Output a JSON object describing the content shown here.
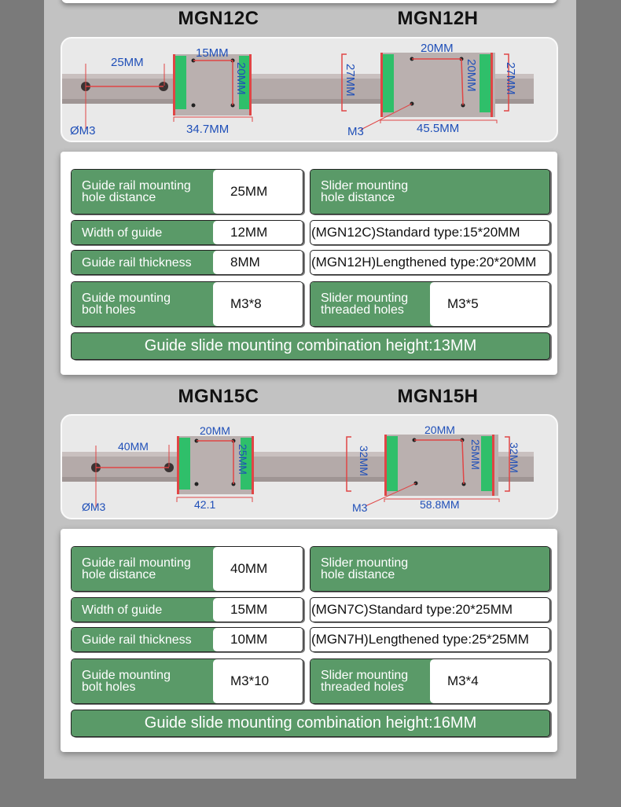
{
  "colors": {
    "label_green": "#5a9a68",
    "dimension_blue": "#1f4fb8",
    "marker_red": "#e04545",
    "seal_green": "#2fbf6a",
    "page_bg": "#c2c2c2",
    "outer_bg": "#7a7a7a"
  },
  "sections": [
    {
      "models": {
        "left": "MGN12C",
        "right": "MGN12H"
      },
      "diagram": {
        "left": {
          "hole_distance": "25MM",
          "hole_dia": "ØM3",
          "slider_hole_w": "15MM",
          "slider_hole_h": "20MM",
          "slider_length": "34.7MM"
        },
        "right": {
          "slider_hole_w": "20MM",
          "slider_hole_h": "20MM",
          "width_left": "27MM",
          "width_right": "27MM",
          "thread": "M3",
          "slider_length": "45.5MM"
        }
      },
      "specs": {
        "rail_hole_distance": {
          "label1": "Guide rail mounting",
          "label2": "hole distance",
          "value": "25MM"
        },
        "slider_hole_distance": {
          "label1": "Slider mounting",
          "label2": "hole distance"
        },
        "width_of_guide": {
          "label": "Width of guide",
          "value": "12MM"
        },
        "rail_thickness": {
          "label": "Guide rail thickness",
          "value": "8MM"
        },
        "standard_type": "(MGN12C)Standard type:15*20MM",
        "lengthened_type": "(MGN12H)Lengthened type:20*20MM",
        "bolt_holes": {
          "label1": "Guide mounting",
          "label2": "bolt holes",
          "value": "M3*8"
        },
        "threaded_holes": {
          "label1": "Slider mounting",
          "label2": "threaded holes",
          "value": "M3*5"
        },
        "combination_height": "Guide slide mounting combination height:13MM"
      }
    },
    {
      "models": {
        "left": "MGN15C",
        "right": "MGN15H"
      },
      "diagram": {
        "left": {
          "hole_distance": "40MM",
          "hole_dia": "ØM3",
          "slider_hole_w": "20MM",
          "slider_hole_h": "25MM",
          "slider_length": "42.1"
        },
        "right": {
          "slider_hole_w": "20MM",
          "slider_hole_h": "25MM",
          "width_left": "32MM",
          "width_right": "32MM",
          "thread": "M3",
          "slider_length": "58.8MM"
        }
      },
      "specs": {
        "rail_hole_distance": {
          "label1": "Guide rail mounting",
          "label2": "hole distance",
          "value": "40MM"
        },
        "slider_hole_distance": {
          "label1": "Slider mounting",
          "label2": "hole distance"
        },
        "width_of_guide": {
          "label": "Width of guide",
          "value": "15MM"
        },
        "rail_thickness": {
          "label": "Guide rail thickness",
          "value": "10MM"
        },
        "standard_type": "(MGN7C)Standard type:20*25MM",
        "lengthened_type": "(MGN7H)Lengthened type:25*25MM",
        "bolt_holes": {
          "label1": "Guide mounting",
          "label2": "bolt holes",
          "value": "M3*10"
        },
        "threaded_holes": {
          "label1": "Slider mounting",
          "label2": "threaded holes",
          "value": "M3*4"
        },
        "combination_height": "Guide slide mounting combination height:16MM"
      }
    }
  ]
}
